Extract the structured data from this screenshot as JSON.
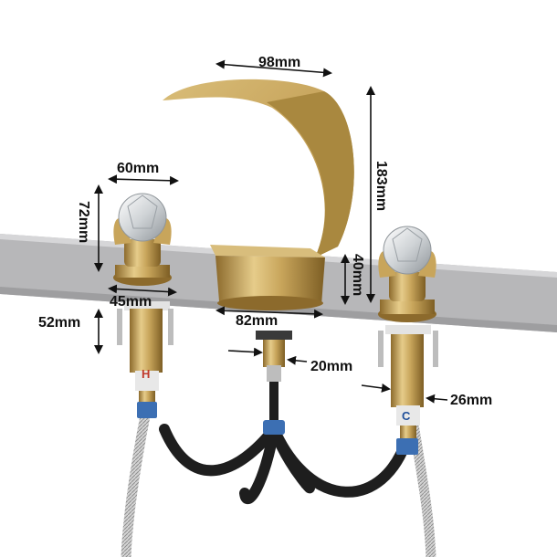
{
  "diagram": {
    "dimensions": {
      "spout_width": "98mm",
      "spout_height": "183mm",
      "handle_width": "60mm",
      "handle_height": "72mm",
      "spout_base_height": "40mm",
      "handle_base_diameter": "45mm",
      "spout_base_width": "82mm",
      "shank_length": "52mm",
      "spout_shank_diameter": "20mm",
      "valve_diameter": "26mm"
    },
    "valve_markers": {
      "hot": "H",
      "cold": "C"
    },
    "colors": {
      "gold": "#c8a55b",
      "gold_dark": "#8c6a2c",
      "gold_light": "#f0dca0",
      "counter": "#b7b7b9",
      "counter_edge": "#d6d6d8",
      "hose": "#1e1e1e",
      "steel": "#c9c9c9",
      "arrow": "#111111"
    }
  }
}
